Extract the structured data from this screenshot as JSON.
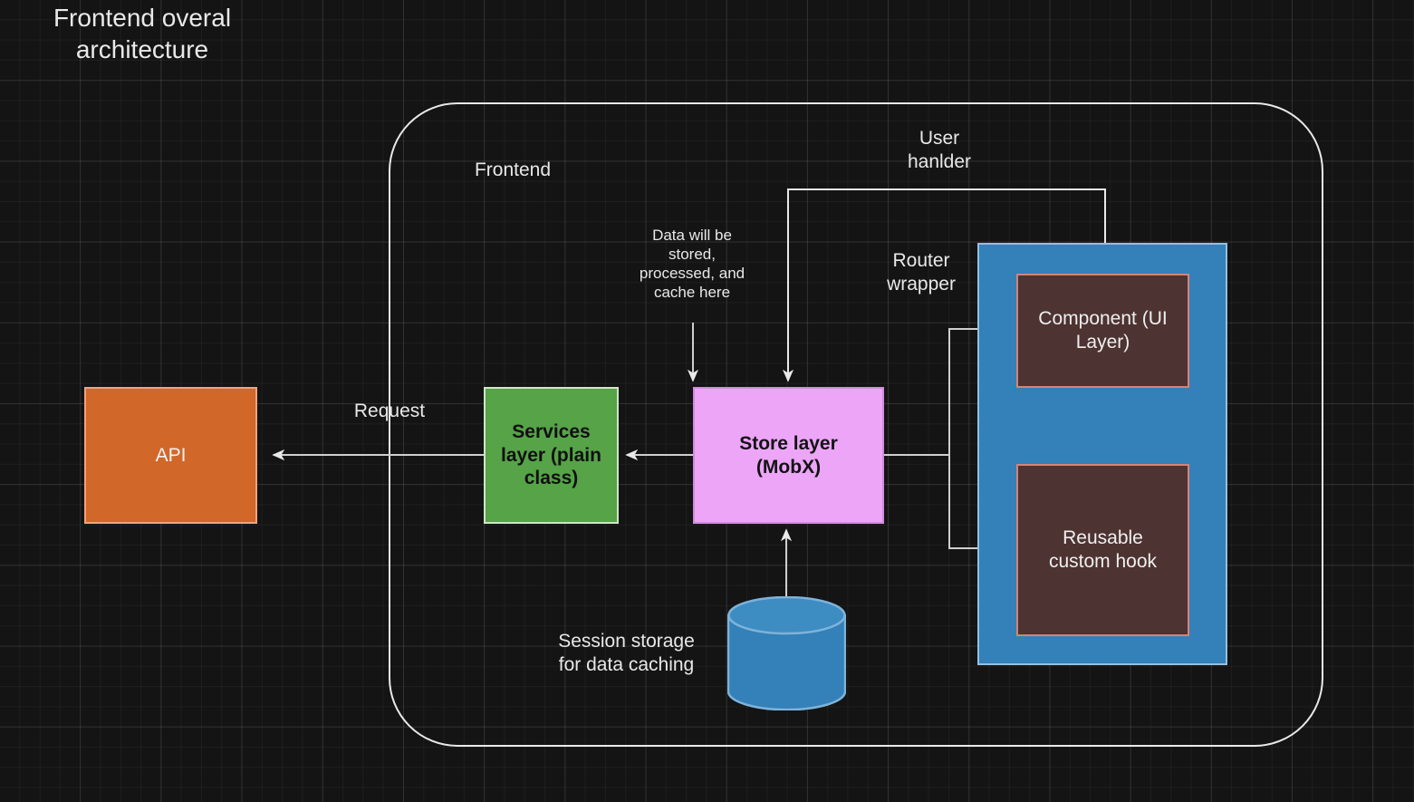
{
  "diagram": {
    "title": "Frontend overal architecture",
    "type": "architecture-flow-diagram",
    "background": "#141414",
    "grid": true
  },
  "container": {
    "label": "Frontend",
    "border_color": "#e9e9e9"
  },
  "nodes": {
    "api": {
      "label": "API",
      "fill": "#d16729",
      "border": "#f1a27a",
      "text_color": "#f2f2f2"
    },
    "services": {
      "label": "Services layer (plain class)",
      "fill": "#56a348",
      "border": "#cfe6c8",
      "text_color": "#101010"
    },
    "store": {
      "label": "Store layer (MobX)",
      "fill": "#eda5f8",
      "border": "#d08be0",
      "text_color": "#131313"
    },
    "router_wrapper": {
      "label": "Router wrapper",
      "fill": "#3480b8",
      "border": "#93c0e0"
    },
    "component": {
      "label": "Component (UI Layer)",
      "fill": "#4d3331",
      "border": "#d28578",
      "text_color": "#efefef"
    },
    "hook": {
      "label": "Reusable custom hook",
      "fill": "#4d3331",
      "border": "#d28578",
      "text_color": "#efefef"
    },
    "session_storage": {
      "label": "Session storage for data caching",
      "fill": "#3480b8",
      "border": "#7eb3d9"
    }
  },
  "edge_labels": {
    "request": "Request",
    "user_handler": "User hanlder",
    "data_note": "Data will be stored, processed, and cache here"
  },
  "text_lines": {
    "services": [
      "Services",
      "layer (plain",
      "class)"
    ],
    "store": [
      "Store layer",
      "(MobX)"
    ],
    "component": [
      "Component (UI",
      "Layer)"
    ],
    "hook": [
      "Reusable",
      "custom hook"
    ],
    "user_handler": [
      "User",
      "hanlder"
    ],
    "router_wrapper": [
      "Router",
      "wrapper"
    ],
    "data_note": [
      "Data will be",
      "stored,",
      "processed, and",
      "cache here"
    ],
    "session_storage": [
      "Session storage",
      "for data caching"
    ],
    "title": [
      "Frontend overal",
      "architecture"
    ]
  },
  "edges": [
    {
      "from": "services",
      "to": "api",
      "label": "Request",
      "direction": "left"
    },
    {
      "from": "store",
      "to": "services",
      "direction": "left"
    },
    {
      "from": "session_storage",
      "to": "store",
      "direction": "up"
    },
    {
      "from": "component",
      "to": "store",
      "label": "User hanlder",
      "direction": "down"
    },
    {
      "from": "data_note",
      "to": "store",
      "direction": "down"
    },
    {
      "from": "store",
      "to": "component",
      "direction": "right"
    },
    {
      "from": "store",
      "to": "hook",
      "direction": "right"
    },
    {
      "from": "hook",
      "to": "component",
      "direction": "up"
    }
  ]
}
